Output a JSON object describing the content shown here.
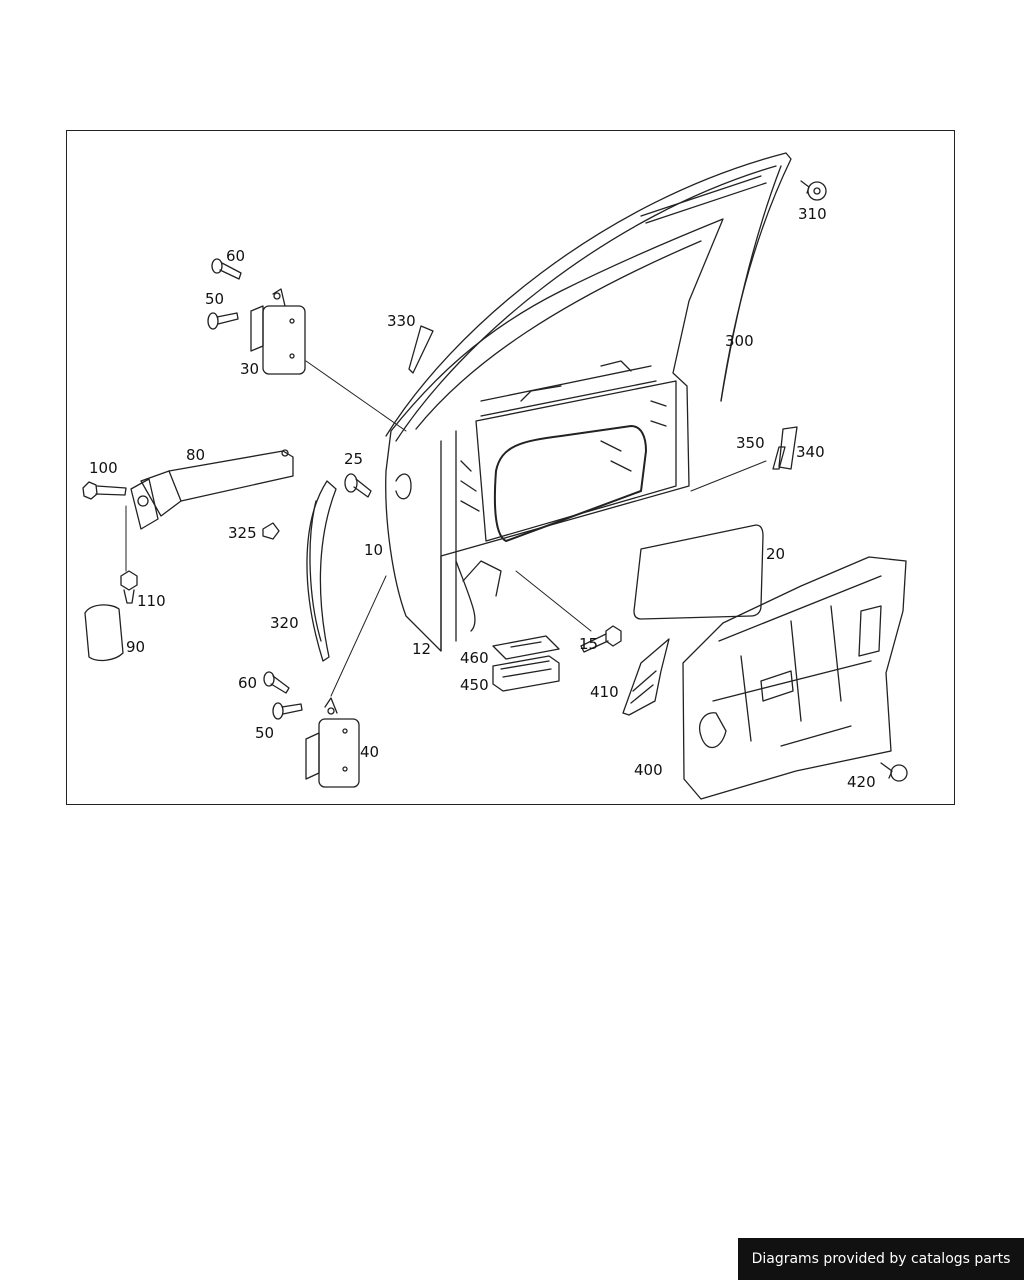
{
  "diagram": {
    "labels": [
      {
        "id": "l310",
        "text": "310"
      },
      {
        "id": "l60a",
        "text": "60"
      },
      {
        "id": "l50a",
        "text": "50"
      },
      {
        "id": "l330",
        "text": "330"
      },
      {
        "id": "l300",
        "text": "300"
      },
      {
        "id": "l30",
        "text": "30"
      },
      {
        "id": "l350",
        "text": "350"
      },
      {
        "id": "l340",
        "text": "340"
      },
      {
        "id": "l80",
        "text": "80"
      },
      {
        "id": "l100",
        "text": "100"
      },
      {
        "id": "l25",
        "text": "25"
      },
      {
        "id": "l325",
        "text": "325"
      },
      {
        "id": "l10",
        "text": "10"
      },
      {
        "id": "l20",
        "text": "20"
      },
      {
        "id": "l110",
        "text": "110"
      },
      {
        "id": "l320",
        "text": "320"
      },
      {
        "id": "l90",
        "text": "90"
      },
      {
        "id": "l15",
        "text": "15"
      },
      {
        "id": "l12",
        "text": "12"
      },
      {
        "id": "l460",
        "text": "460"
      },
      {
        "id": "l450",
        "text": "450"
      },
      {
        "id": "l60b",
        "text": "60"
      },
      {
        "id": "l410",
        "text": "410"
      },
      {
        "id": "l50b",
        "text": "50"
      },
      {
        "id": "l40",
        "text": "40"
      },
      {
        "id": "l400",
        "text": "400"
      },
      {
        "id": "l420",
        "text": "420"
      }
    ]
  },
  "footer": {
    "credit": "Diagrams provided by catalogs parts"
  }
}
